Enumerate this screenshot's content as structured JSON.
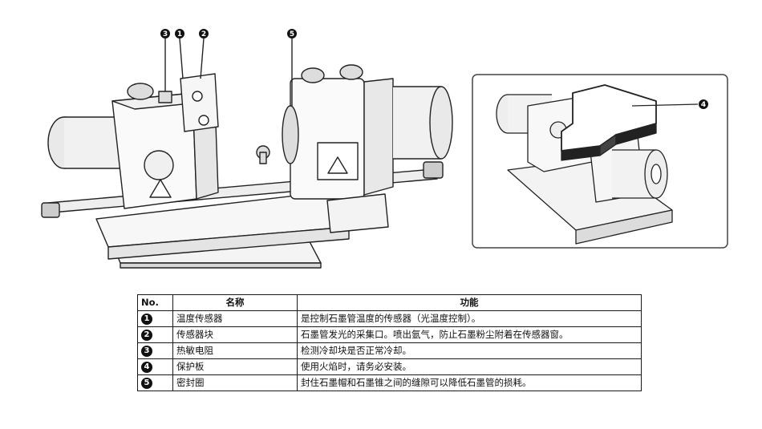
{
  "diagram": {
    "main_callouts": [
      "3",
      "1",
      "2",
      "5"
    ],
    "inset_callout": "4"
  },
  "table": {
    "headers": {
      "no": "No.",
      "name": "名称",
      "function": "功能"
    },
    "rows": [
      {
        "no": "1",
        "name": "温度传感器",
        "function": "是控制石墨管温度的传感器（光温度控制）。"
      },
      {
        "no": "2",
        "name": "传感器块",
        "function": "石墨管发光的采集口。喷出氩气，防止石墨粉尘附着在传感器窗。"
      },
      {
        "no": "3",
        "name": "热敏电阻",
        "function": "检测冷却块是否正常冷却。"
      },
      {
        "no": "4",
        "name": "保护板",
        "function": "使用火焰时，请务必安装。"
      },
      {
        "no": "5",
        "name": "密封圈",
        "function": "封住石墨帽和石墨锥之间的缝隙可以降低石墨管的损耗。"
      }
    ]
  }
}
